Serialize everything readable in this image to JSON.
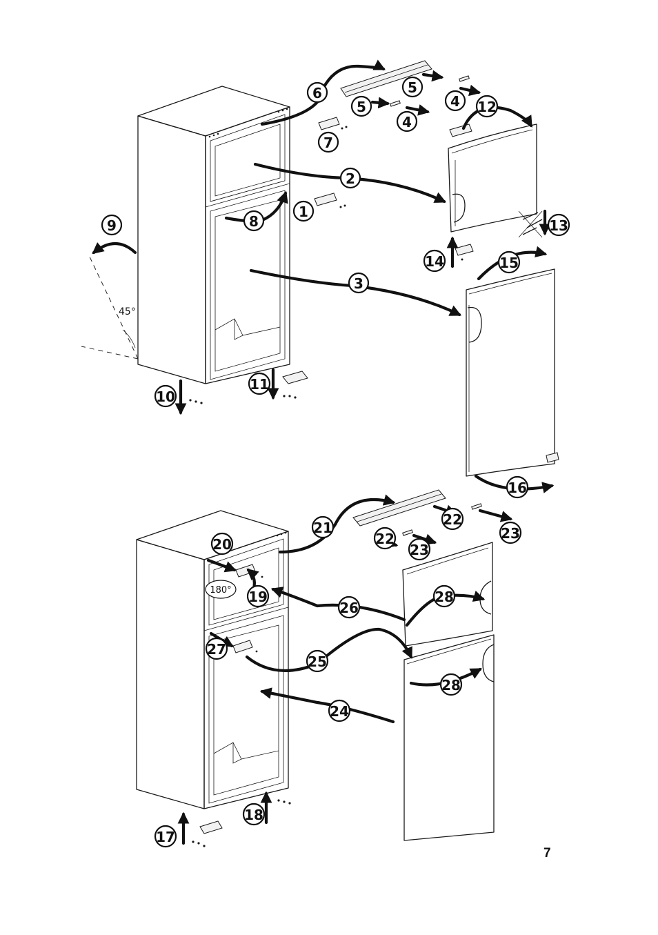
{
  "page_number": "7",
  "angle_label": "45°",
  "rotation_label": "180°",
  "steps": [
    "1",
    "2",
    "3",
    "4",
    "5",
    "6",
    "7",
    "8",
    "9",
    "10",
    "11",
    "12",
    "13",
    "14",
    "15",
    "16",
    "17",
    "18",
    "19",
    "20",
    "21",
    "22",
    "23",
    "24",
    "25",
    "26",
    "27",
    "28"
  ],
  "colors": {
    "ink": "#111111",
    "panel": "#ffffff",
    "part_fill": "#f2f2f2"
  }
}
